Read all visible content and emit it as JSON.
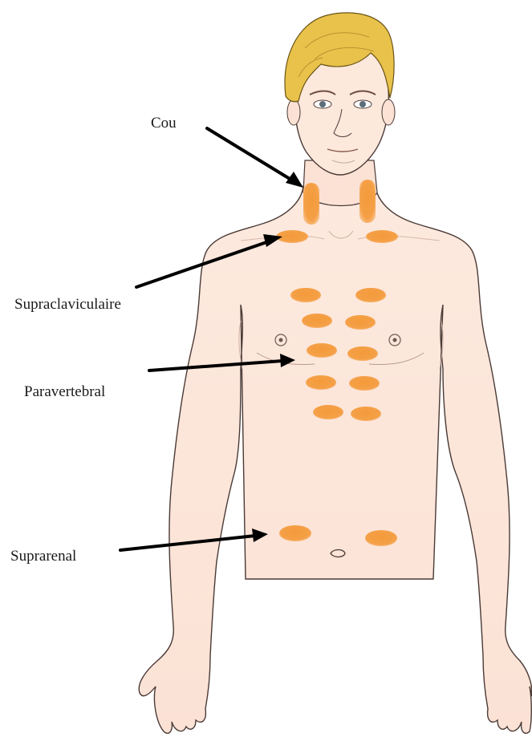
{
  "labels": {
    "cou": "Cou",
    "supraclaviculaire": "Supraclaviculaire",
    "paravertebral": "Paravertebral",
    "suprarenal": "Suprarenal"
  },
  "colors": {
    "skin": "#fde8dc",
    "skin_outline": "#4a3a36",
    "skin_shade": "#f6d4c4",
    "hair": "#e8c24a",
    "hair_outline": "#6b5418",
    "spot_fill": "#f5a047",
    "spot_edge": "#f7b46c",
    "arrow": "#000000"
  },
  "icons": {
    "figure": "human-torso-figure",
    "spot": "brown-fat-depot-marker",
    "pointer": "arrow-pointer"
  }
}
